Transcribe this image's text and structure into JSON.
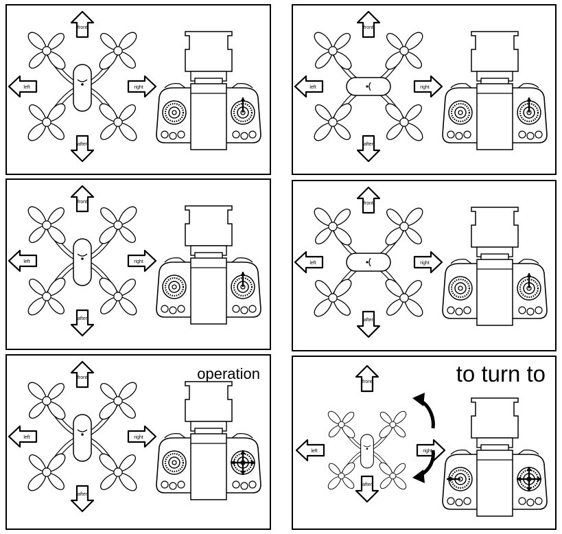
{
  "arrow_labels": {
    "front": "front",
    "after": "after",
    "left": "left",
    "right": "right"
  },
  "panels": [
    {
      "id": "p1",
      "caption": "",
      "drone": "upright",
      "stick": "up",
      "left_stick": "none",
      "rotate": false
    },
    {
      "id": "p2",
      "caption": "",
      "drone": "sideways",
      "stick": "up",
      "left_stick": "none",
      "rotate": false
    },
    {
      "id": "p3",
      "caption": "",
      "drone": "upright",
      "stick": "up",
      "left_stick": "none",
      "rotate": false
    },
    {
      "id": "p4",
      "caption": "",
      "drone": "sideways",
      "stick": "up",
      "left_stick": "none",
      "rotate": false
    },
    {
      "id": "p5",
      "caption": "operation",
      "drone": "upright",
      "stick": "cross",
      "left_stick": "none",
      "rotate": false
    },
    {
      "id": "p6",
      "caption": "to turn to",
      "drone": "small",
      "stick": "cross",
      "left_stick": "left",
      "rotate": true
    }
  ],
  "colors": {
    "line": "#000000",
    "background": "#ffffff"
  }
}
